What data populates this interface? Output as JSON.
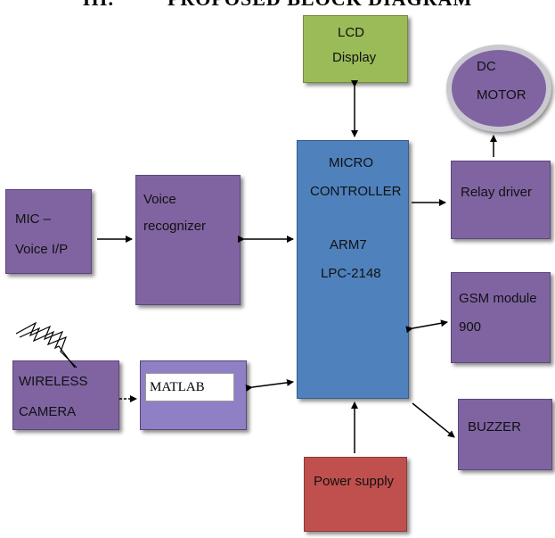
{
  "heading": {
    "number": "III.",
    "title": "PROPOSED BLOCK DIAGRAM"
  },
  "blocks": {
    "lcd": {
      "line1": "LCD",
      "line2": "Display"
    },
    "dc_motor": {
      "line1": "DC",
      "line2": "MOTOR"
    },
    "mic": {
      "line1": "MIC  –",
      "line2": "Voice I/P"
    },
    "voice_recognizer": {
      "line1": "Voice",
      "line2": "recognizer"
    },
    "micro_controller": {
      "line1": "MICRO",
      "line2": "CONTROLLER",
      "line3": "ARM7",
      "line4": "LPC-2148"
    },
    "relay_driver": {
      "label": "Relay driver"
    },
    "gsm": {
      "line1": "GSM module",
      "line2": "900"
    },
    "wireless_camera": {
      "line1": "WIRELESS",
      "line2": "CAMERA"
    },
    "matlab": {
      "label": "MATLAB"
    },
    "buzzer": {
      "label": "BUZZER"
    },
    "power_supply": {
      "label": "Power supply"
    }
  },
  "colors": {
    "purple": "#8064a2",
    "green": "#9bbb59",
    "blue": "#4f81bd",
    "red": "#c0504d"
  },
  "icons": {
    "wireless": "lightning-bolt-icon"
  }
}
